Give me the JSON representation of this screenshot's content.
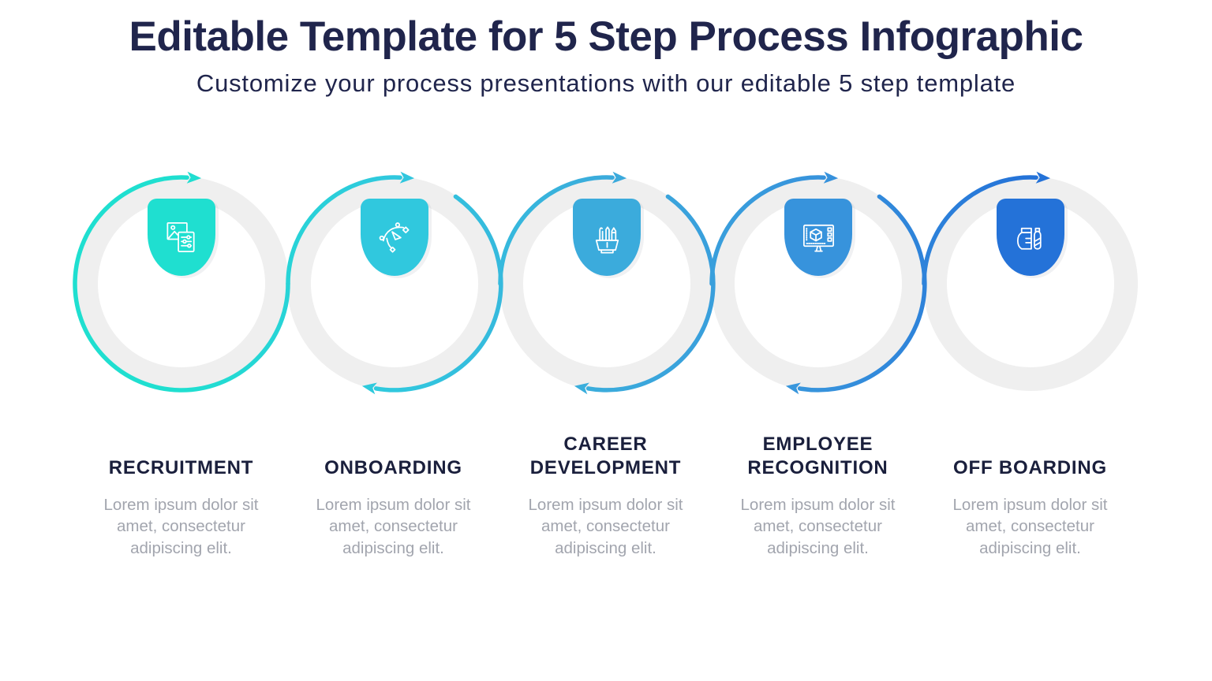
{
  "header": {
    "title": "Editable Template for 5 Step Process Infographic",
    "subtitle": "Customize your process presentations with our editable 5 step template"
  },
  "steps": [
    {
      "label": "RECRUITMENT",
      "description": "Lorem ipsum dolor sit amet, consectetur adipiscing elit.",
      "icon": "image-settings-icon",
      "badge_color": "#1FDFD0"
    },
    {
      "label": "ONBOARDING",
      "description": "Lorem ipsum dolor sit amet, consectetur adipiscing elit.",
      "icon": "bezier-curve-icon",
      "badge_color": "#30C8DE"
    },
    {
      "label": "CAREER DEVELOPMENT",
      "description": "Lorem ipsum dolor sit amet, consectetur adipiscing elit.",
      "icon": "pen-holder-icon",
      "badge_color": "#3BABDC"
    },
    {
      "label": "EMPLOYEE RECOGNITION",
      "description": "Lorem ipsum dolor sit amet, consectetur adipiscing elit.",
      "icon": "monitor-3d-cube-icon",
      "badge_color": "#3793DC"
    },
    {
      "label": "OFF BOARDING",
      "description": "Lorem ipsum dolor sit amet, consectetur adipiscing elit.",
      "icon": "product-packaging-icon",
      "badge_color": "#2472D8"
    }
  ],
  "colors": {
    "navy": "#20254C",
    "label_navy": "#1A1F3C",
    "muted": "#A2A5AE",
    "ring": "#EFEFEF"
  }
}
